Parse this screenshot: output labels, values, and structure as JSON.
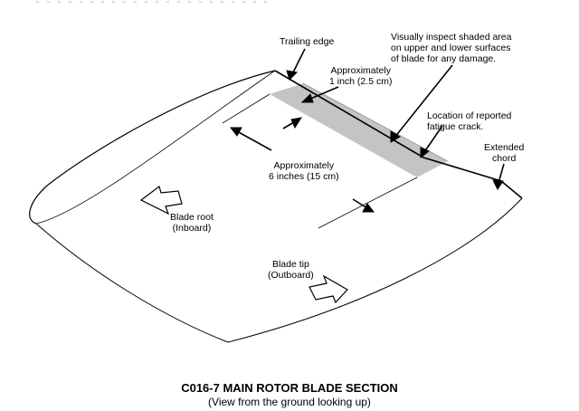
{
  "labels": {
    "trailing_edge": "Trailing edge",
    "inspect_note": "Visually inspect shaded area\non upper and lower surfaces\nof blade for any damage.",
    "approx_1in": "Approximately\n1 inch (2.5 cm)",
    "crack_location": "Location of reported\nfatigue crack.",
    "extended_chord": "Extended\nchord",
    "approx_6in": "Approximately\n6 inches (15 cm)",
    "blade_root": "Blade root\n(Inboard)",
    "blade_tip": "Blade tip\n(Outboard)"
  },
  "caption": {
    "title": "C016-7 MAIN ROTOR BLADE SECTION",
    "subtitle": "(View from the ground looking up)"
  },
  "colors": {
    "shaded_area": "#c4c4c4",
    "line": "#000000"
  }
}
